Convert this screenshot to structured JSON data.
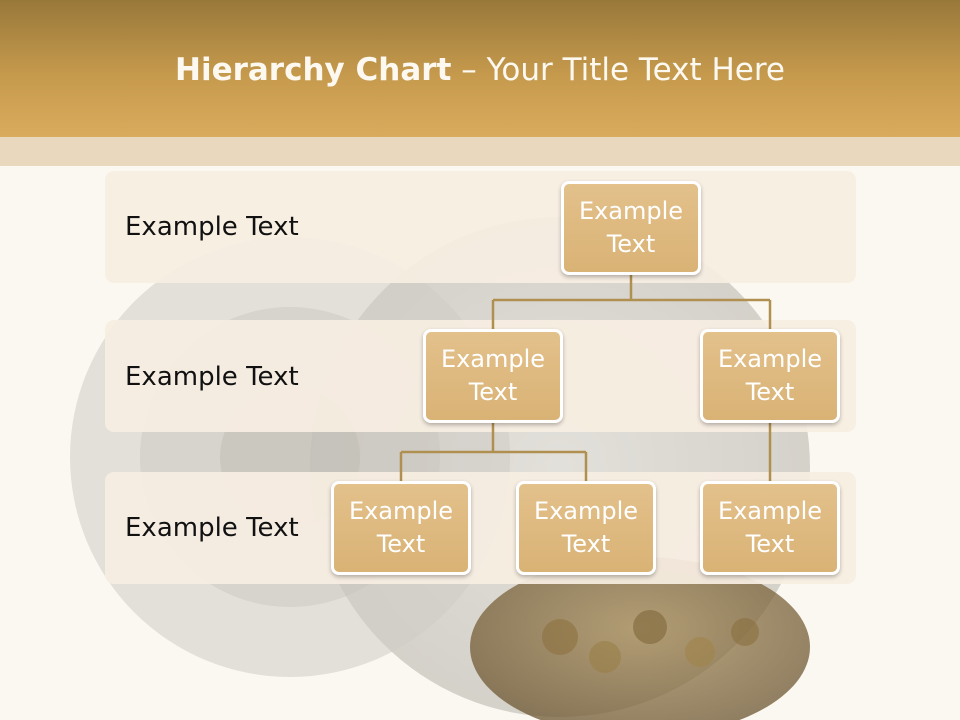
{
  "title": {
    "bold": "Hierarchy Chart",
    "rest": " – Your Title Text Here"
  },
  "rows": [
    {
      "label": "Example Text"
    },
    {
      "label": "Example Text"
    },
    {
      "label": "Example Text"
    }
  ],
  "nodes": [
    {
      "label": "Example Text"
    },
    {
      "label": "Example Text"
    },
    {
      "label": "Example Text"
    },
    {
      "label": "Example Text"
    },
    {
      "label": "Example Text"
    },
    {
      "label": "Example Text"
    }
  ],
  "colors": {
    "header": "#c69a4d",
    "node_fill": "#deba80",
    "connector": "#b09050",
    "row_band": "#f8eee2"
  }
}
